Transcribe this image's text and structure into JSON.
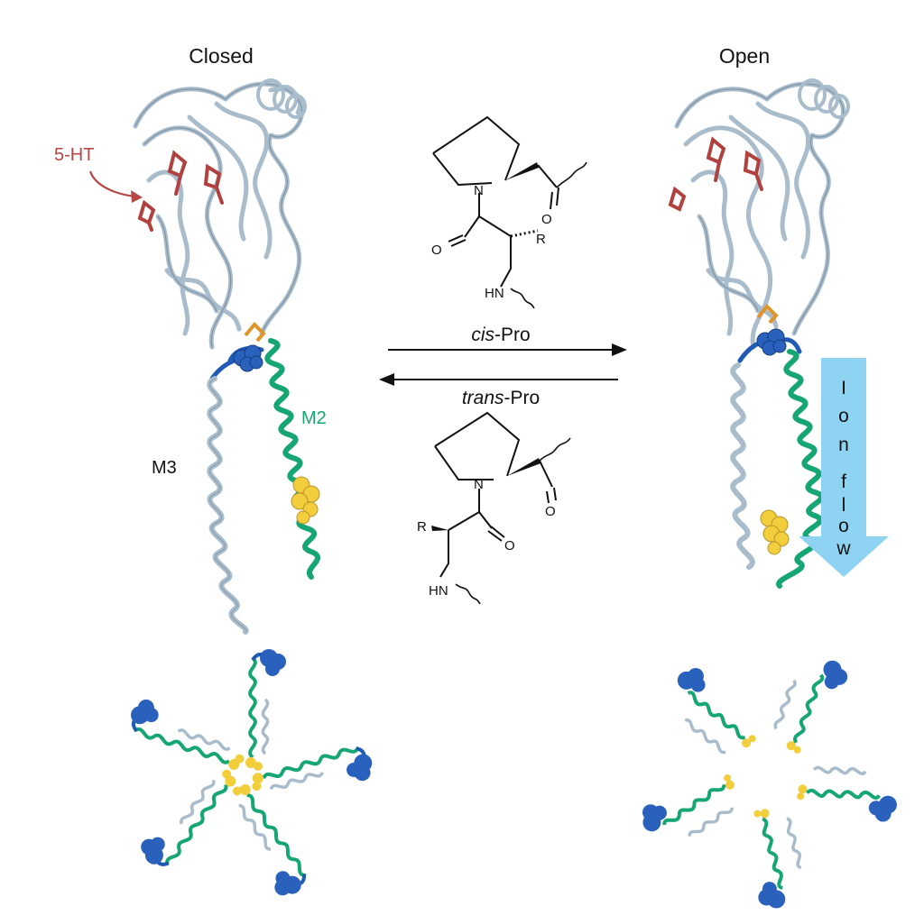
{
  "labels": {
    "closed": "Closed",
    "open": "Open",
    "ligand": "5-HT",
    "m3": "M3",
    "m2": "M2",
    "cis_prefix": "cis",
    "cis_suffix": "-Pro",
    "trans_prefix": "trans",
    "trans_suffix": "-Pro",
    "ion_flow": [
      "I",
      "o",
      "n",
      "f",
      "l",
      "o",
      "w"
    ]
  },
  "chem_atoms": {
    "N": "N",
    "O": "O",
    "R": "R",
    "HN": "HN"
  },
  "colors": {
    "backbone": "#a9bccb",
    "backbone_edge": "#6f8596",
    "helix_m2": "#16a673",
    "loop_blue": "#1f5bb5",
    "pro_blue": "#2a61bd",
    "ligand_red": "#b0413e",
    "disulfide": "#e0952a",
    "leucine_yellow": "#f2cd3c",
    "arrow_flow": "#8fd3f2",
    "ligand_label": "#b54745",
    "m2_label": "#16a673"
  }
}
